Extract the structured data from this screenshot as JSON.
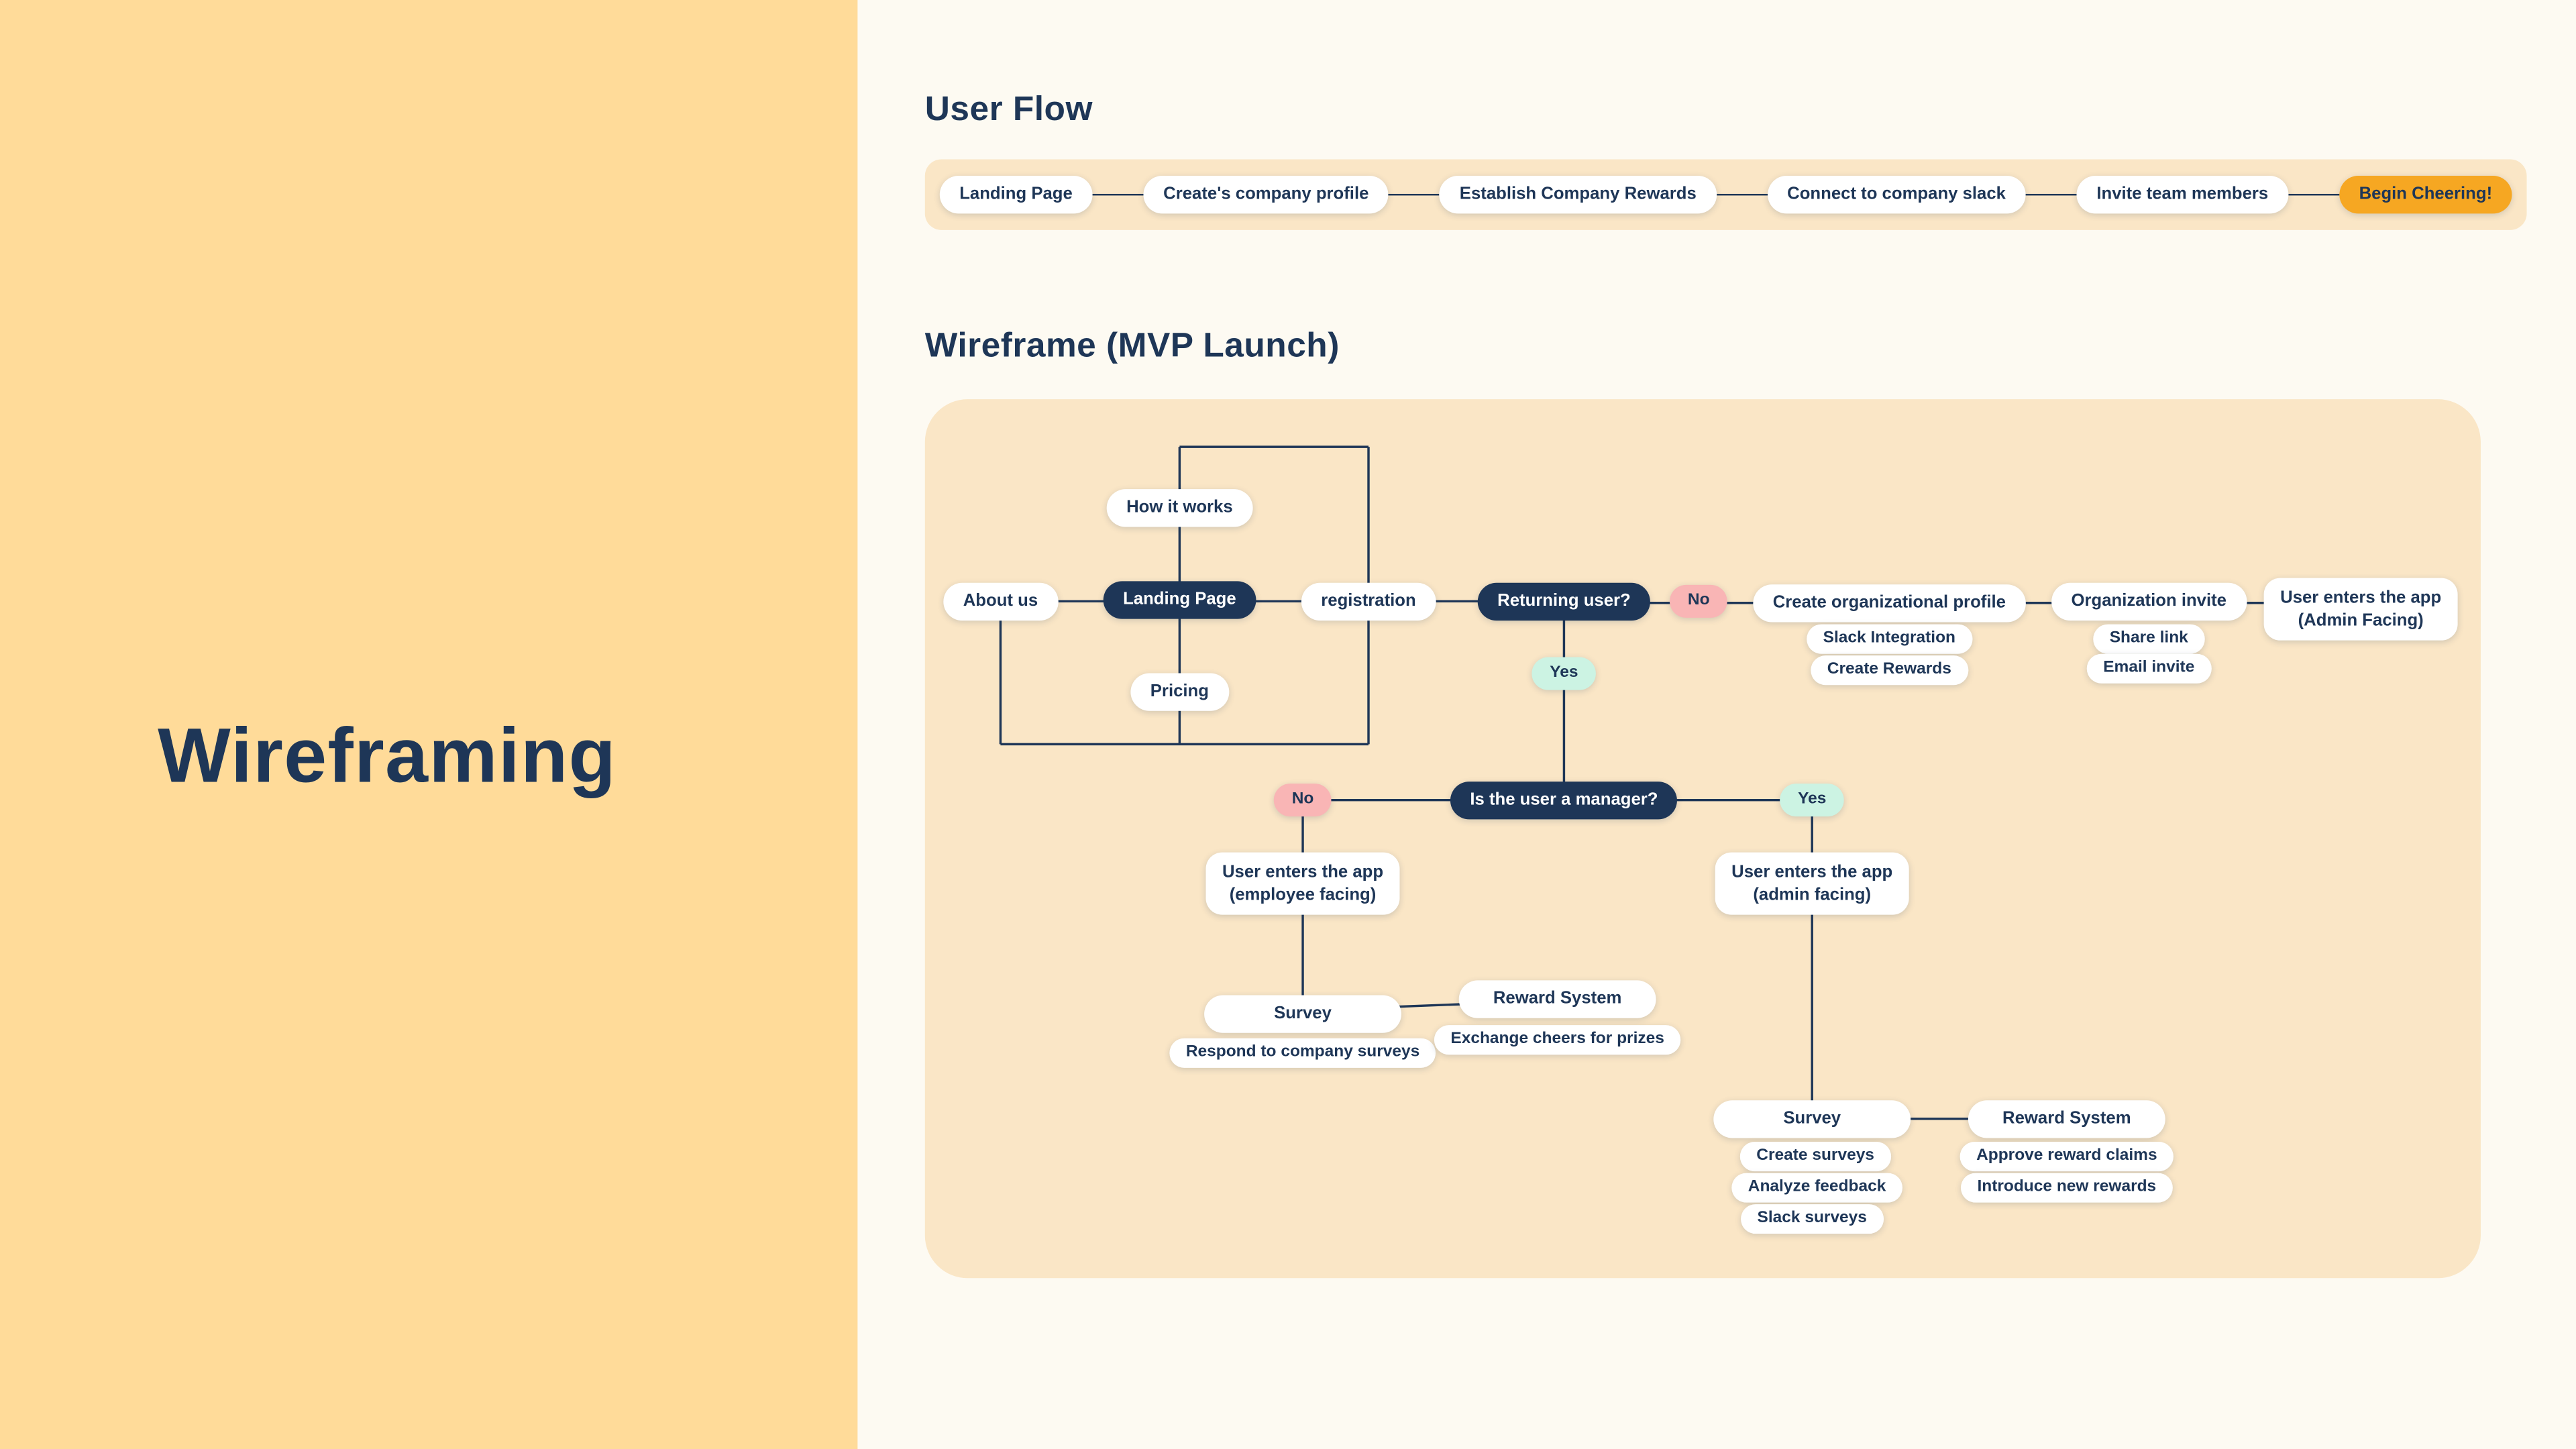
{
  "sidebar": {
    "title": "Wireframing"
  },
  "user_flow": {
    "heading": "User Flow",
    "steps": [
      "Landing Page",
      "Create's company profile",
      "Establish Company Rewards",
      "Connect to company slack",
      "Invite team members",
      "Begin Cheering!"
    ]
  },
  "wireframe": {
    "heading": "Wireframe (MVP Launch)",
    "nodes": {
      "how_it_works": "How it works",
      "about_us": "About us",
      "landing_page": "Landing Page",
      "pricing": "Pricing",
      "registration": "registration",
      "returning_user": "Returning user?",
      "no_returning": "No",
      "yes_returning": "Yes",
      "create_org_profile": "Create organizational profile",
      "slack_integration": "Slack Integration",
      "create_rewards": "Create Rewards",
      "organization_invite": "Organization invite",
      "share_link": "Share link",
      "email_invite": "Email invite",
      "app_admin_facing_line1": "User enters the app",
      "app_admin_facing_line2": "(Admin Facing)",
      "is_manager": "Is the user a manager?",
      "no_manager": "No",
      "yes_manager": "Yes",
      "app_employee_line1": "User enters the app",
      "app_employee_line2": "(employee facing)",
      "survey_employee": "Survey",
      "respond_company_surveys": "Respond to company surveys",
      "reward_system_employee": "Reward System",
      "exchange_cheers": "Exchange cheers for prizes",
      "app_admin_line1": "User enters the app",
      "app_admin_line2": "(admin facing)",
      "survey_admin": "Survey",
      "create_surveys": "Create surveys",
      "analyze_feedback": "Analyze feedback",
      "slack_surveys": "Slack surveys",
      "reward_system_admin": "Reward System",
      "approve_reward_claims": "Approve reward claims",
      "introduce_new_rewards": "Introduce new rewards"
    }
  },
  "colors": {
    "sidebar_bg": "#FFDB99",
    "content_bg": "#FDFAF2",
    "panel_bg": "#FAE6C6",
    "navy": "#1E3657",
    "pink": "#F9B5B5",
    "mint": "#CCF3E3",
    "orange": "#F6A722",
    "white": "#FFFFFF"
  }
}
